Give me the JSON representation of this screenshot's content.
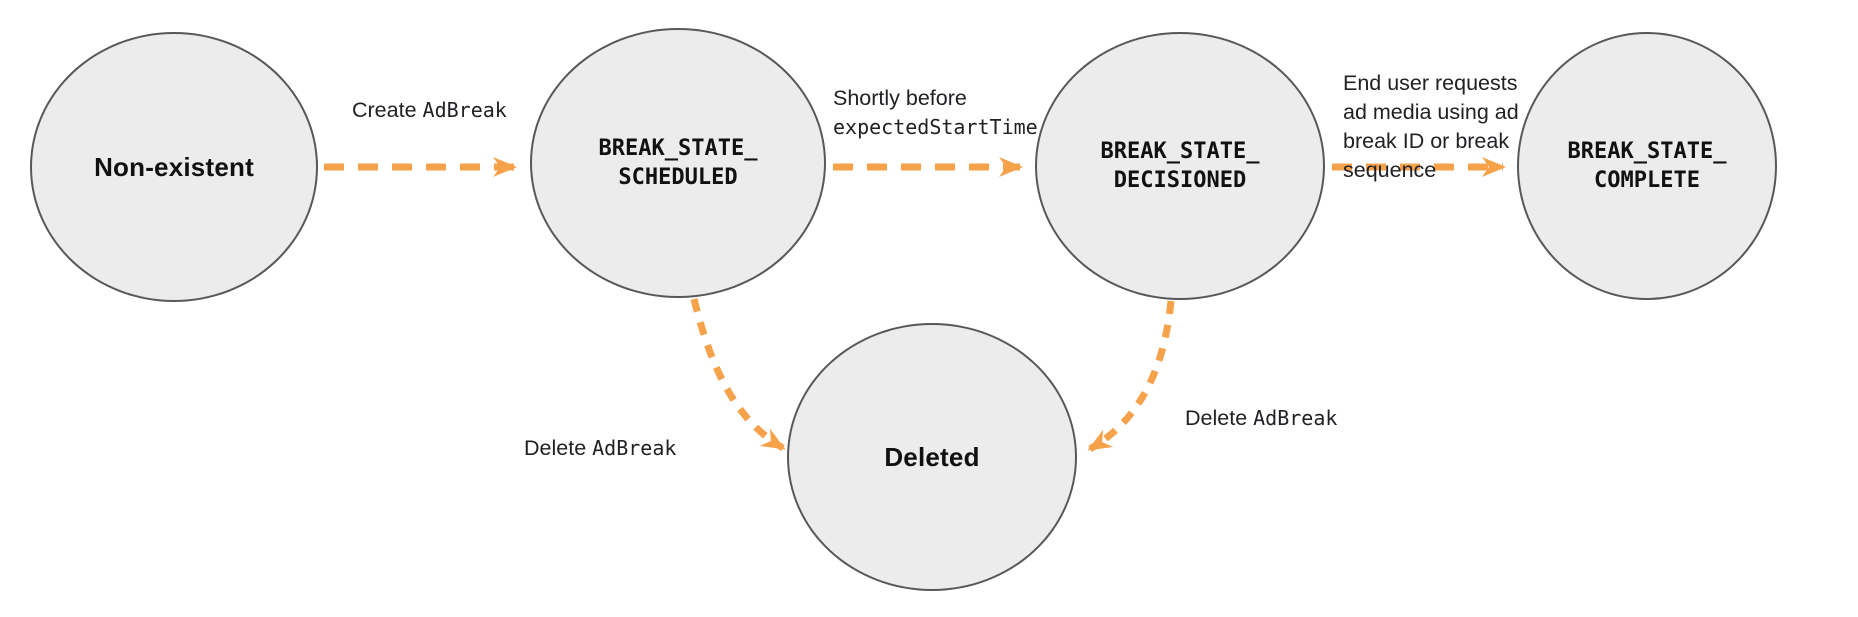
{
  "diagram": {
    "colors": {
      "arrow": "#f6a24b",
      "node_fill": "#ececec",
      "node_border": "#58585a",
      "text": "#111111"
    },
    "nodes": [
      {
        "id": "non-existent",
        "label": "Non-existent"
      },
      {
        "id": "break-state-scheduled",
        "label": "BREAK_STATE_\nSCHEDULED"
      },
      {
        "id": "break-state-decisioned",
        "label": "BREAK_STATE_\nDECISIONED"
      },
      {
        "id": "break-state-complete",
        "label": "BREAK_STATE_\nCOMPLETE"
      },
      {
        "id": "deleted",
        "label": "Deleted"
      }
    ],
    "edges": [
      {
        "from": "Non-existent",
        "to": "BREAK_STATE_SCHEDULED",
        "label_prefix": "Create",
        "label_code": "AdBreak"
      },
      {
        "from": "BREAK_STATE_SCHEDULED",
        "to": "BREAK_STATE_DECISIONED",
        "label_prefix": "Shortly before",
        "label_code": "expectedStartTime"
      },
      {
        "from": "BREAK_STATE_DECISIONED",
        "to": "BREAK_STATE_COMPLETE",
        "label_text": "End user requests\nad media using ad\nbreak ID or break\nsequence"
      },
      {
        "from": "BREAK_STATE_SCHEDULED",
        "to": "Deleted",
        "label_prefix": "Delete",
        "label_code": "AdBreak"
      },
      {
        "from": "BREAK_STATE_DECISIONED",
        "to": "Deleted",
        "label_prefix": "Delete",
        "label_code": "AdBreak"
      }
    ]
  }
}
